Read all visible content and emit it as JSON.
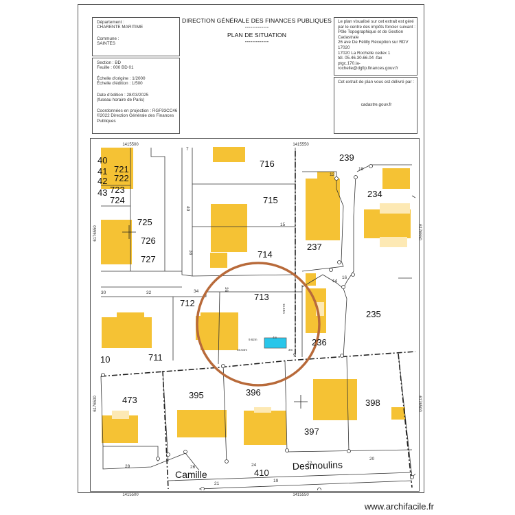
{
  "header": {
    "dept_label": "Département :",
    "dept_value": "CHARENTE MARITIME",
    "commune_label": "Commune :",
    "commune_value": "SAINTES",
    "main_title": "DIRECTION GÉNÉRALE DES FINANCES PUBLIQUES",
    "dashes_1": "-------------",
    "sub_title": "PLAN DE SITUATION",
    "dashes_2": "-------------",
    "section": "Section : BD",
    "feuille": "Feuille : 000 BD 01",
    "echelle_origine": "Échelle d'origine : 1/2000",
    "echelle_edition": "Échelle d'édition : 1/500",
    "date_edition": "Date d'édition : 28/03/2025",
    "fuseau": "(fuseau horaire de Paris)",
    "coord_proj": "Coordonnées en projection : RGF93CC46",
    "copyright": "©2022 Direction Générale des Finances Publiques",
    "office_lines": [
      "Le plan visualisé sur cet extrait est géré",
      "par le centre des impôts foncier suivant :",
      "Pôle Topographique et de Gestion",
      "Cadastrale",
      "26 ave De Fétilly Réception sur RDV",
      "17020",
      "17020 La Rochelle cedex 1",
      "tél. 05.46.30.66.04 -fax",
      "ptgc.170.la-",
      "rochelle@dgfip.finances.gouv.fr"
    ],
    "delivery_text": "Cet extrait de plan vous est délivré par :",
    "delivery_site": "cadastre.gouv.fr"
  },
  "map": {
    "colors": {
      "building": "#f5c234",
      "building_light": "#fde9b4",
      "circle": "#b86a3a",
      "pool": "#29c6ea"
    },
    "coords": {
      "top_left": "1415500",
      "top_right": "1415550",
      "bottom_left": "1415500",
      "bottom_right": "1415550",
      "left_upper": "6176550",
      "left_lower": "6176500",
      "right_upper": "6176550",
      "right_lower": "6176500"
    },
    "parcels": {
      "p716": "716",
      "p715": "715",
      "p714": "714",
      "p713": "713",
      "p712": "712",
      "p711": "711",
      "p725": "725",
      "p726": "726",
      "p727": "727",
      "p721": "721",
      "p722": "722",
      "p723": "723",
      "p724": "724",
      "p40": "40",
      "p41": "41",
      "p42": "42",
      "p43": "43",
      "p10": "10",
      "p239": "239",
      "p234": "234",
      "p237": "237",
      "p235": "235",
      "p236": "236",
      "p473": "473",
      "p395": "395",
      "p396": "396",
      "p397": "397",
      "p398": "398",
      "p410": "410"
    },
    "streets": {
      "camille": "Camille",
      "desmoulins": "Desmoulins"
    },
    "measures": {
      "m12": "12",
      "m18": "18",
      "m15": "15",
      "m14": "14",
      "m16": "16",
      "m40": "40",
      "m38": "38",
      "m36": "36",
      "m30": "30",
      "m32": "32",
      "m34": "34",
      "m28": "28",
      "m26": "26",
      "m24": "24",
      "m22": "22",
      "m20": "20",
      "m21": "21",
      "m19": "19",
      "m7": "7",
      "m9": "9",
      "pool_a": "4m",
      "pool_b": "9.62m",
      "pool_c": "10.64m",
      "pool_d": "3m",
      "pool_e": "16.18m"
    }
  },
  "footer": {
    "watermark": "www.archifacile.fr"
  }
}
